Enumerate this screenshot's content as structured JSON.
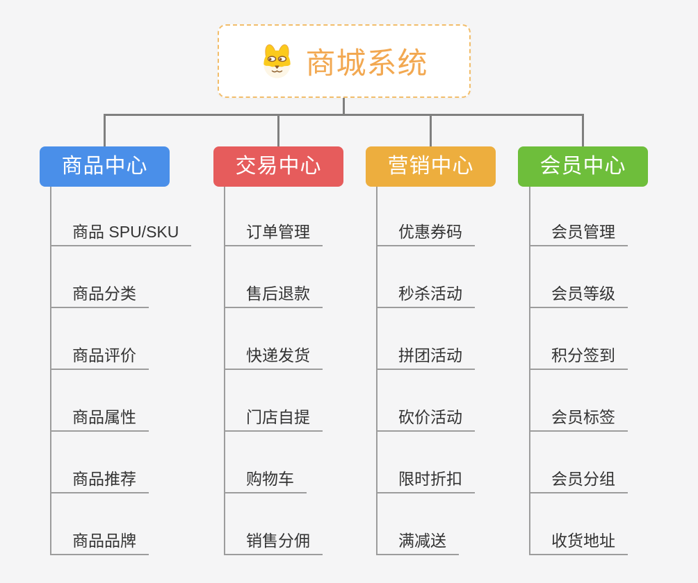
{
  "root": {
    "title": "商城系统",
    "icon": "shiba-dog-face-icon",
    "border_color": "#f2bd6a",
    "title_color": "#f2a851"
  },
  "branches": [
    {
      "label": "商品中心",
      "color": "#4a8fe9",
      "children": [
        "商品 SPU/SKU",
        "商品分类",
        "商品评价",
        "商品属性",
        "商品推荐",
        "商品品牌"
      ]
    },
    {
      "label": "交易中心",
      "color": "#e65c5c",
      "children": [
        "订单管理",
        "售后退款",
        "快递发货",
        "门店自提",
        "购物车",
        "销售分佣"
      ]
    },
    {
      "label": "营销中心",
      "color": "#edae3e",
      "children": [
        "优惠券码",
        "秒杀活动",
        "拼团活动",
        "砍价活动",
        "限时折扣",
        "满减送"
      ]
    },
    {
      "label": "会员中心",
      "color": "#6ebe3b",
      "children": [
        "会员管理",
        "会员等级",
        "积分签到",
        "会员标签",
        "会员分组",
        "收货地址"
      ]
    }
  ],
  "connector_color": "#7f7f7f",
  "leaf_line_color": "#9c9c9c",
  "background_color": "#f5f5f6"
}
